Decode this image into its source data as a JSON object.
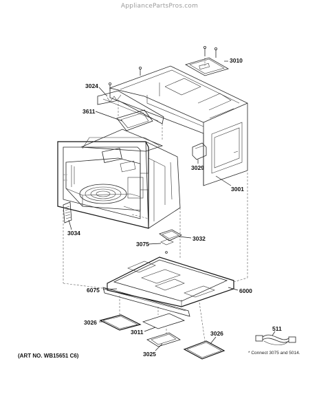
{
  "watermark": "AppliancePartsPros.com",
  "parts": {
    "p3010": "3010",
    "p3024": "3024",
    "p3611": "3611",
    "p3029": "3029",
    "p3001": "3001",
    "p3034": "3034",
    "p3032": "3032",
    "p3075": "3075",
    "p6075": "6075",
    "p6000": "6000",
    "p3026a": "3026",
    "p3011": "3011",
    "p3025": "3025",
    "p3026b": "3026",
    "p511": "511"
  },
  "art_number": "(ART NO. WB15651 C6)",
  "footnote": "* Connect 3075 and 5014."
}
